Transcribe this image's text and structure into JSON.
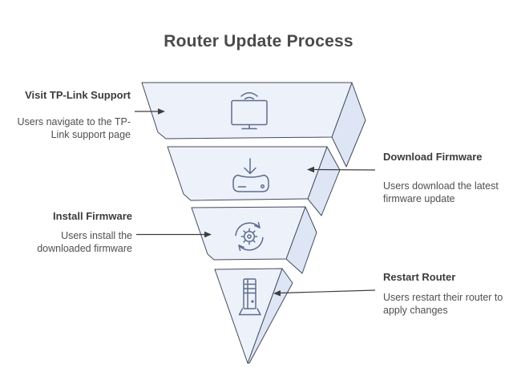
{
  "title": "Router Update Process",
  "colors": {
    "background": "#ffffff",
    "funnel_front": "#edf1fa",
    "funnel_side": "#dee5f5",
    "outline": "#434b5b",
    "icon_stroke": "#5d6d8e",
    "arrow": "#3d3d3d",
    "title_text": "#4a4a4a",
    "label_text": "#3b3b3b",
    "description_text": "#4f4f4f"
  },
  "steps": [
    {
      "label": "Visit TP-Link Support",
      "description": "Users navigate to the TP-Link support page",
      "icon": "monitor-wifi-icon",
      "side": "left"
    },
    {
      "label": "Download Firmware",
      "description": "Users download the latest firmware update",
      "icon": "download-device-icon",
      "side": "right"
    },
    {
      "label": "Install Firmware",
      "description": "Users install the downloaded firmware",
      "icon": "gear-sync-icon",
      "side": "left"
    },
    {
      "label": "Restart Router",
      "description": "Users restart their router to apply changes",
      "icon": "server-tower-icon",
      "side": "right"
    }
  ]
}
